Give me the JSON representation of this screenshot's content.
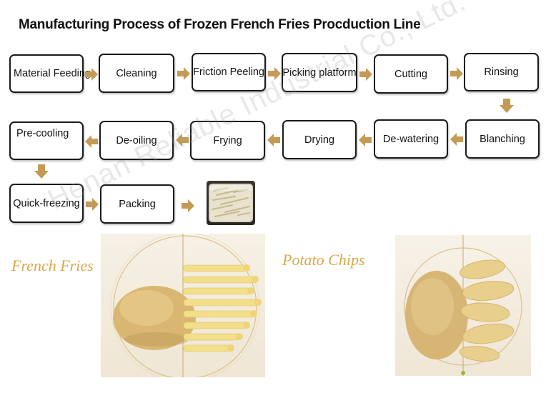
{
  "title": "Manufacturing Process of Frozen French Fries  Procduction Line",
  "watermark": "Henan Reliable Industrial Co., Ltd.",
  "colors": {
    "arrow": "#c49a55",
    "box_border": "#1a1a1a",
    "label_gold": "#d9a94a"
  },
  "steps": [
    {
      "id": "material-feeding",
      "label": "Material Feeding"
    },
    {
      "id": "cleaning",
      "label": "Cleaning"
    },
    {
      "id": "friction-peeling",
      "label": "Friction Peeling"
    },
    {
      "id": "picking-platform",
      "label": "Picking platform"
    },
    {
      "id": "cutting",
      "label": "Cutting"
    },
    {
      "id": "rinsing",
      "label": "Rinsing"
    },
    {
      "id": "blanching",
      "label": "Blanching"
    },
    {
      "id": "de-watering",
      "label": "De-watering"
    },
    {
      "id": "drying",
      "label": "Drying"
    },
    {
      "id": "frying",
      "label": "Frying"
    },
    {
      "id": "de-oiling",
      "label": "De-oiling"
    },
    {
      "id": "pre-cooling",
      "label": "Pre-cooling"
    },
    {
      "id": "quick-freezing",
      "label": "Quick-freezing"
    },
    {
      "id": "packing",
      "label": "Packing"
    }
  ],
  "product_image": "packaged frozen fries",
  "panels": {
    "french_fries": {
      "label": "French Fries"
    },
    "potato_chips": {
      "label": "Potato Chips"
    }
  }
}
